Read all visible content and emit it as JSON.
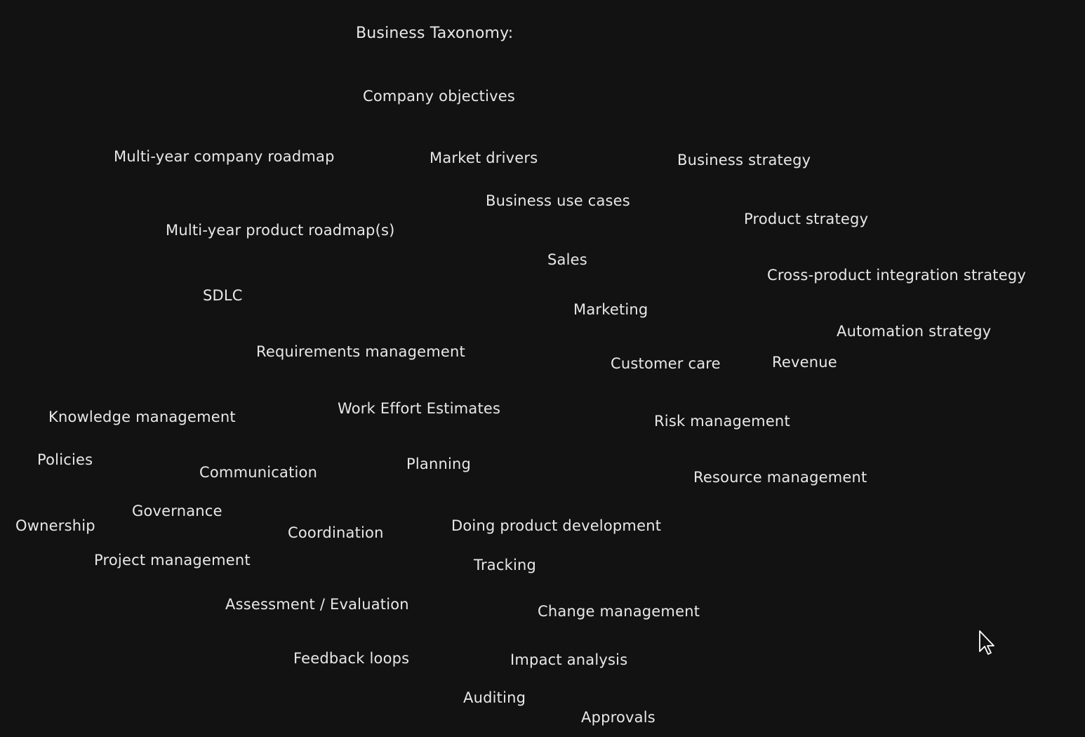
{
  "canvas": {
    "background_color": "#121212",
    "text_color": "#e8e8e8",
    "title": "Business Taxonomy:",
    "items": [
      "Company objectives",
      "Multi-year company roadmap",
      "Market drivers",
      "Business strategy",
      "Business use cases",
      "Product strategy",
      "Multi-year product roadmap(s)",
      "Sales",
      "Cross-product integration strategy",
      "SDLC",
      "Marketing",
      "Automation strategy",
      "Requirements management",
      "Customer care",
      "Revenue",
      "Knowledge management",
      "Work Effort Estimates",
      "Risk management",
      "Policies",
      "Communication",
      "Planning",
      "Resource management",
      "Governance",
      "Ownership",
      "Coordination",
      "Doing product development",
      "Project management",
      "Tracking",
      "Assessment / Evaluation",
      "Change management",
      "Feedback loops",
      "Impact analysis",
      "Auditing",
      "Approvals"
    ]
  },
  "cursor": {
    "icon": "mouse-pointer-icon"
  }
}
